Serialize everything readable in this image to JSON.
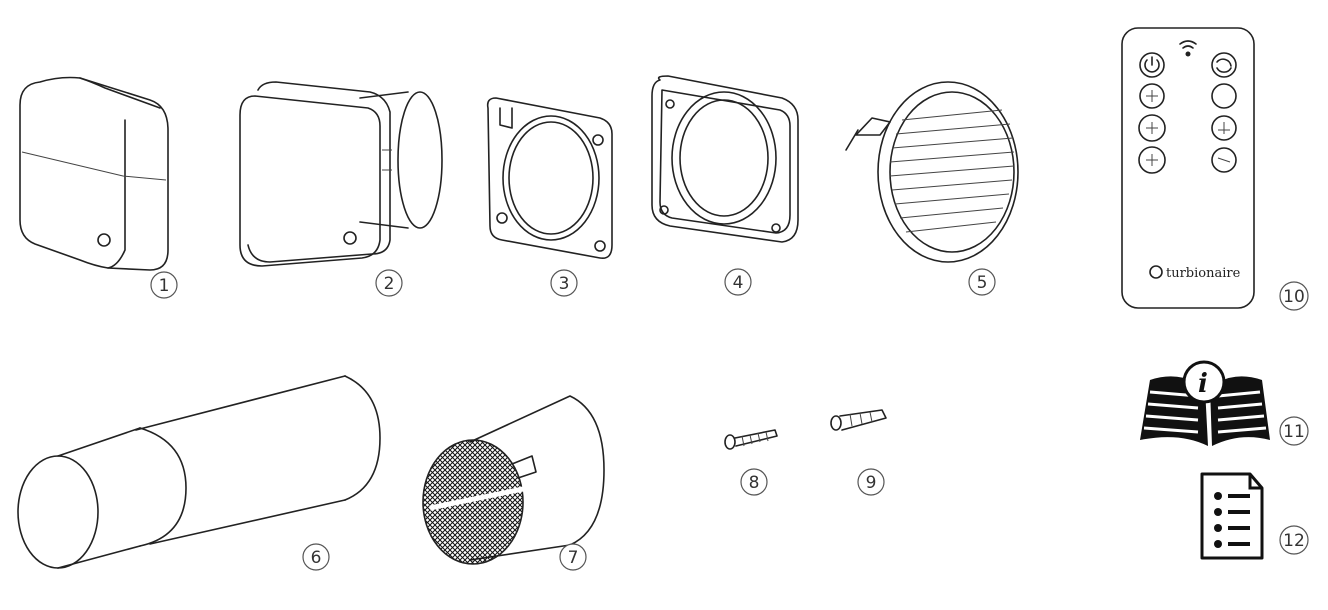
{
  "parts": [
    {
      "id": "1",
      "label": "1",
      "icon": "fan-cover-icon"
    },
    {
      "id": "2",
      "label": "2",
      "icon": "fan-unit-icon"
    },
    {
      "id": "3",
      "label": "3",
      "icon": "mounting-plate-icon"
    },
    {
      "id": "4",
      "label": "4",
      "icon": "wall-frame-icon"
    },
    {
      "id": "5",
      "label": "5",
      "icon": "external-grille-icon"
    },
    {
      "id": "6",
      "label": "6",
      "icon": "telescopic-duct-icon"
    },
    {
      "id": "7",
      "label": "7",
      "icon": "filter-cartridge-icon"
    },
    {
      "id": "8",
      "label": "8",
      "icon": "screw-icon"
    },
    {
      "id": "9",
      "label": "9",
      "icon": "wall-plug-icon"
    },
    {
      "id": "10",
      "label": "10",
      "icon": "remote-control-icon"
    },
    {
      "id": "11",
      "label": "11",
      "icon": "instruction-manual-icon"
    },
    {
      "id": "12",
      "label": "12",
      "icon": "checklist-document-icon"
    }
  ],
  "remote": {
    "brand": "turbionaire"
  }
}
